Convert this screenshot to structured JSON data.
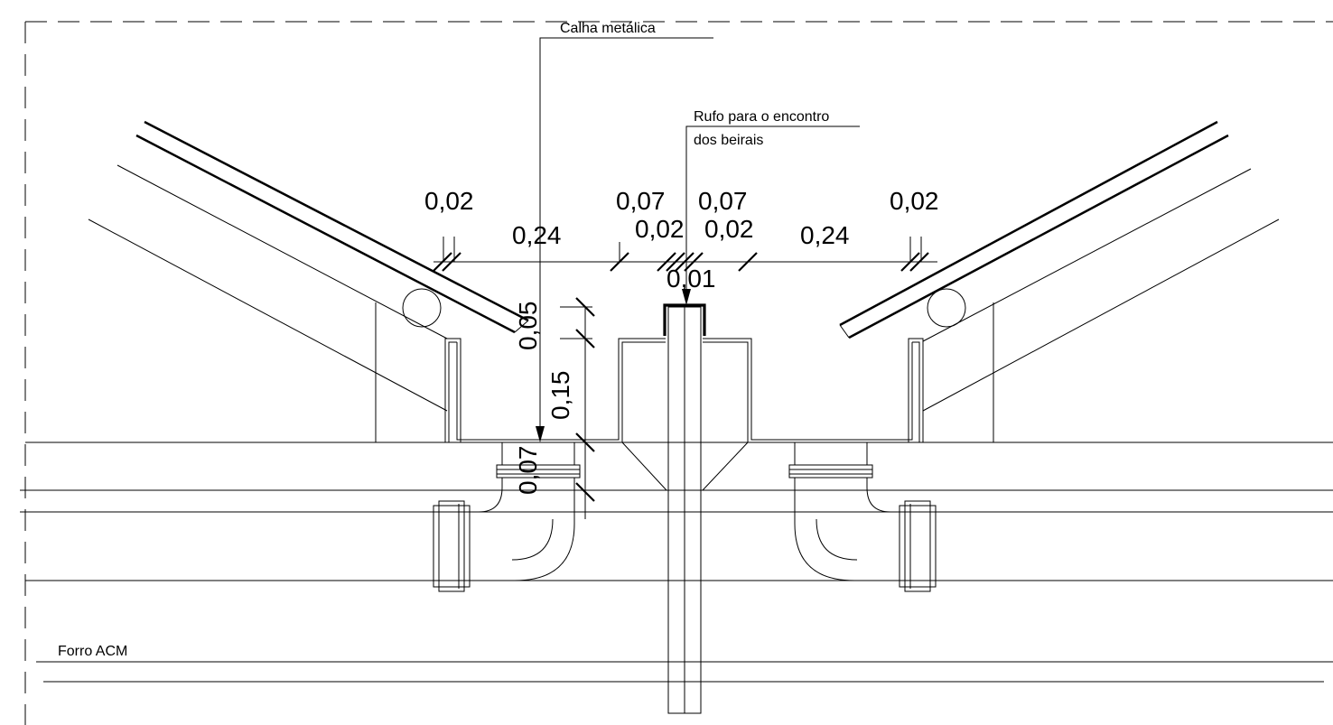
{
  "notes": {
    "calha": "Calha metálica",
    "rufo_line1": "Rufo para o encontro",
    "rufo_line2": "dos beirais",
    "forro": "Forro ACM"
  },
  "dimensions": {
    "top_left_002": "0,02",
    "left_024": "0,24",
    "center_007_left": "0,07",
    "center_002_left": "0,02",
    "center_007_right": "0,07",
    "center_002_right": "0,02",
    "right_024": "0,24",
    "top_right_002": "0,02",
    "center_001": "0,01",
    "vertical_005": "0,05",
    "vertical_015": "0,15",
    "vertical_007": "0,07"
  }
}
